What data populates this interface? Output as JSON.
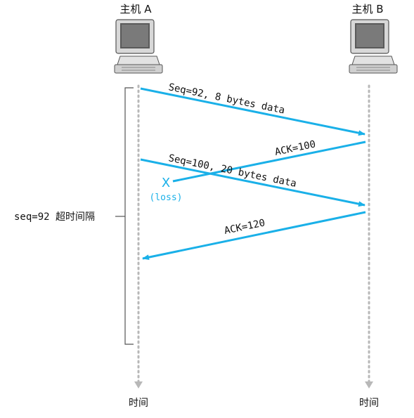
{
  "host_a": {
    "label": "主机 A"
  },
  "host_b": {
    "label": "主机 B"
  },
  "messages": {
    "seq92": "Seq=92, 8 bytes data",
    "ack100": "ACK=100",
    "seq100": "Seq=100, 20 bytes data",
    "ack120": "ACK=120"
  },
  "loss": {
    "mark": "X",
    "label": "(loss)"
  },
  "timeout": {
    "label": "seq=92 超时间隔"
  },
  "time_labels": {
    "a": "时间",
    "b": "时间"
  },
  "colors": {
    "arrow": "#1ab0e8",
    "timeline": "#b8b8b8",
    "bracket": "#555555"
  }
}
